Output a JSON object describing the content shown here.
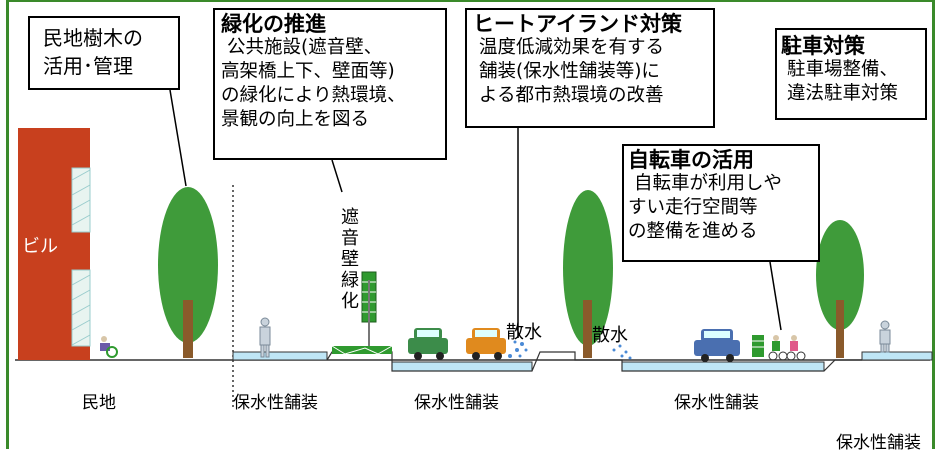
{
  "callouts": {
    "private_trees": {
      "lines": [
        "民地樹木の",
        "活用･管理"
      ]
    },
    "greening": {
      "title": "緑化の推進",
      "lines": [
        "公共施設(遮音壁、",
        "高架橋上下、壁面等)",
        "の緑化により熱環境、",
        "景観の向上を図る"
      ]
    },
    "heat_island": {
      "title": "ヒートアイランド対策",
      "lines": [
        "温度低減効果を有する",
        "舗装(保水性舗装等)に",
        "よる都市熱環境の改善"
      ]
    },
    "parking": {
      "title": "駐車対策",
      "lines": [
        "駐車場整備、",
        "違法駐車対策"
      ]
    },
    "bicycle": {
      "title": "自転車の活用",
      "lines": [
        "自転車が利用しや",
        "すい走行空間等",
        "の整備を進める"
      ]
    }
  },
  "labels": {
    "building": "ビル",
    "soundwall": [
      "遮",
      "音",
      "壁",
      "緑",
      "化"
    ],
    "sprinkle_1": "散水",
    "sprinkle_2": "散水",
    "ground_private": "民地",
    "ground_pave_1": "保水性舗装",
    "ground_pave_2": "保水性舗装",
    "ground_pave_3": "保水性舗装",
    "ground_pave_4": "保水性舗装"
  },
  "colors": {
    "frame_green": "#3a8a2a",
    "building": "#c8401e",
    "tree_foliage": "#3f9b3a",
    "tree_trunk": "#8a5a2b",
    "pavement_blue": "#bfe6f6",
    "car_green": "#3c8c4a",
    "car_orange": "#e08a1e",
    "car_blue": "#4a6fb0",
    "soundwall_green": "#2f9a2f"
  }
}
